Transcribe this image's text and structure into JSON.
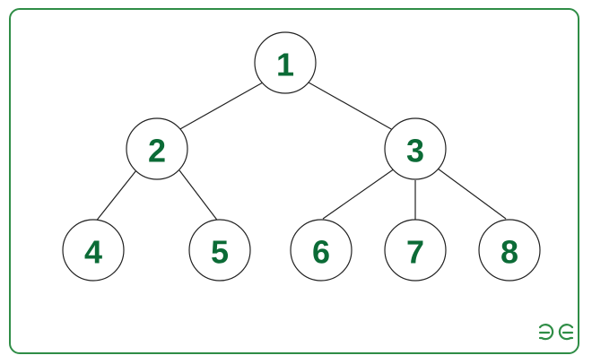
{
  "diagram": {
    "type": "tree",
    "nodes": [
      {
        "id": "n1",
        "label": "1"
      },
      {
        "id": "n2",
        "label": "2"
      },
      {
        "id": "n3",
        "label": "3"
      },
      {
        "id": "n4",
        "label": "4"
      },
      {
        "id": "n5",
        "label": "5"
      },
      {
        "id": "n6",
        "label": "6"
      },
      {
        "id": "n7",
        "label": "7"
      },
      {
        "id": "n8",
        "label": "8"
      }
    ],
    "edges": [
      {
        "from": "n1",
        "to": "n2"
      },
      {
        "from": "n1",
        "to": "n3"
      },
      {
        "from": "n2",
        "to": "n4"
      },
      {
        "from": "n2",
        "to": "n5"
      },
      {
        "from": "n3",
        "to": "n6"
      },
      {
        "from": "n3",
        "to": "n7"
      },
      {
        "from": "n3",
        "to": "n8"
      }
    ]
  },
  "colors": {
    "border": "#2f8d46",
    "node_text": "#0b6b36",
    "logo": "#2f8d46"
  },
  "logo": {
    "name": "gfg-logo-icon",
    "text": "GG"
  }
}
